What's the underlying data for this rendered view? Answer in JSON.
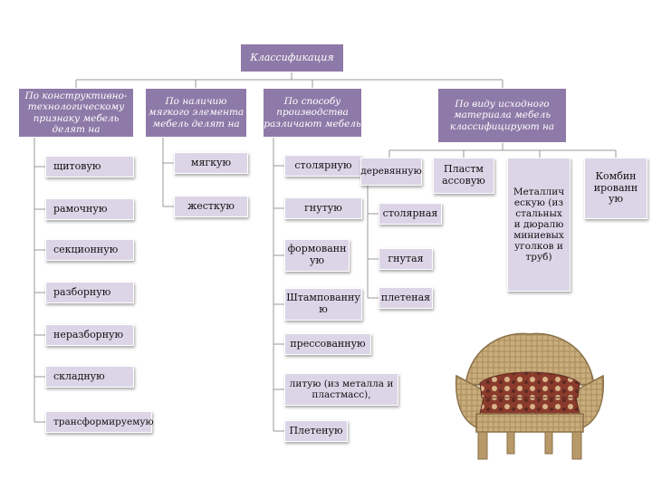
{
  "root": {
    "label": "Классификация"
  },
  "categories": [
    {
      "label": "По конструктивно-технологическому признаку мебель делят на"
    },
    {
      "label": "По наличию мягкого элемента мебель делят на"
    },
    {
      "label": "По способу производства различают мебель"
    },
    {
      "label": "По виду исходного материала мебель классифицируют на"
    }
  ],
  "construction_items": [
    "щитовую",
    "рамочную",
    "секционную",
    "разборную",
    "неразборную",
    "складную",
    "трансформируемую"
  ],
  "softness_items": [
    "мягкую",
    "жесткую"
  ],
  "production_items": [
    "столярную",
    "гнутую",
    "формованную",
    "Штампованную",
    "прессованную",
    "литую (из металла и пластмасс),",
    "Плетеную"
  ],
  "material_items": {
    "wood": "деревянную",
    "wood_sub": [
      "столярная",
      "гнутая",
      "плетеная"
    ],
    "plastic": "Пластмассовую",
    "metal": "Металлическую (из стальных и дюралюминиевых уголков и труб)",
    "combined": "Комбинированную"
  },
  "colors": {
    "dark": "#8e7aa8",
    "light": "#dcd5e7",
    "line": "#9a9a9a"
  },
  "image": {
    "icon": "wicker-sofa-photo"
  }
}
